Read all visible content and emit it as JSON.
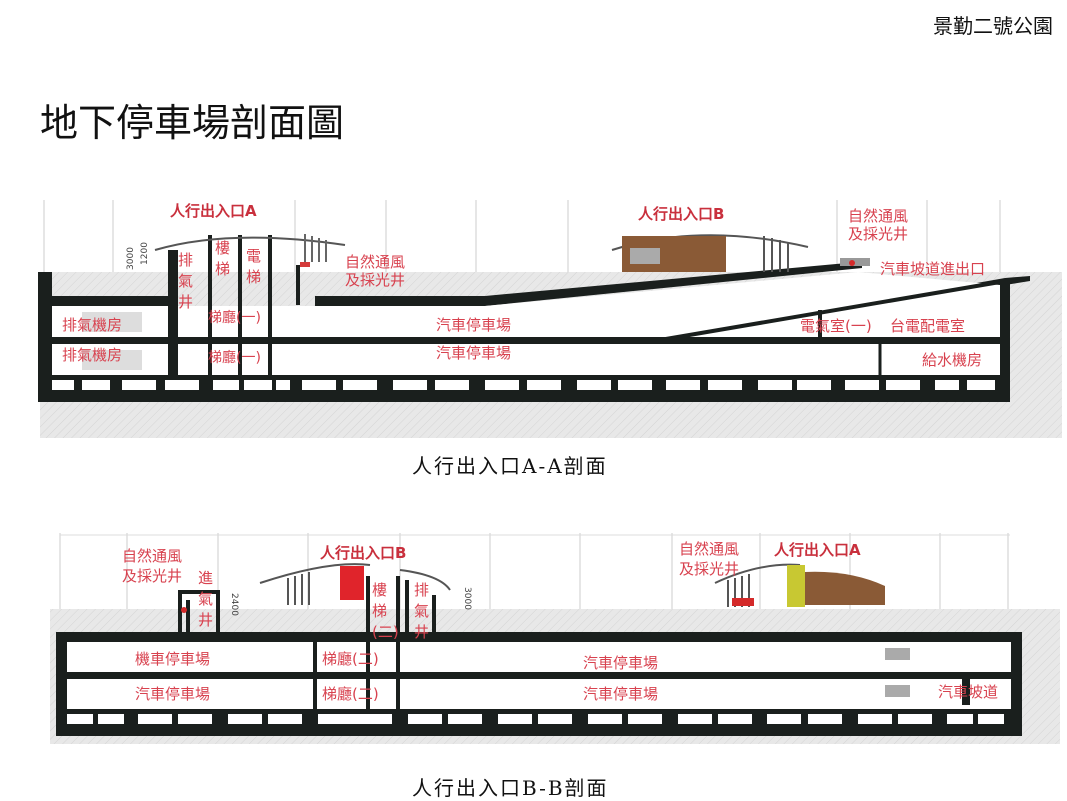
{
  "header": {
    "park_name": "景勤二號公園"
  },
  "title": "地下停車場剖面圖",
  "section_aa": {
    "caption": "人行出入口A-A剖面",
    "labels": {
      "entrance_a": "人行出入口A",
      "entrance_b": "人行出入口B",
      "vent_shaft": "排氣井",
      "stairs": "樓梯",
      "elevator": "電梯",
      "natural_vent_1": "自然通風",
      "natural_vent_1b": "及採光井",
      "natural_vent_2": "自然通風",
      "natural_vent_2b": "及採光井",
      "ramp_exit": "汽車坡道進出口",
      "exhaust_room_1": "排氣機房",
      "exhaust_room_2": "排氣機房",
      "stair_hall_1": "梯廳(一)",
      "stair_hall_2": "梯廳(一)",
      "parking_1": "汽車停車場",
      "parking_2": "汽車停車場",
      "electric_room": "電氣室(一)",
      "power_room": "台電配電室",
      "water_room": "給水機房",
      "dim_1": "3000",
      "dim_2": "1200"
    }
  },
  "section_bb": {
    "caption": "人行出入口B-B剖面",
    "labels": {
      "natural_vent_1": "自然通風",
      "natural_vent_1b": "及採光井",
      "intake_shaft": "進氣井",
      "entrance_b": "人行出入口B",
      "stairs": "樓梯(二)",
      "vent_shaft": "排氣井",
      "natural_vent_2": "自然通風",
      "natural_vent_2b": "及採光井",
      "entrance_a": "人行出入口A",
      "moto_parking": "機車停車場",
      "car_parking_l": "汽車停車場",
      "stair_hall_1": "梯廳(二)",
      "stair_hall_2": "梯廳(二)",
      "parking_1": "汽車停車場",
      "parking_2": "汽車停車場",
      "ramp": "汽車坡道",
      "dim_1": "2400",
      "dim_2": "3000"
    }
  },
  "colors": {
    "label": "#d8424f",
    "structure": "#1a1f1d",
    "soil": "#e6e6e6",
    "red_box": "#e0242b",
    "wood": "#8a5a36",
    "lime": "#c8c832"
  }
}
